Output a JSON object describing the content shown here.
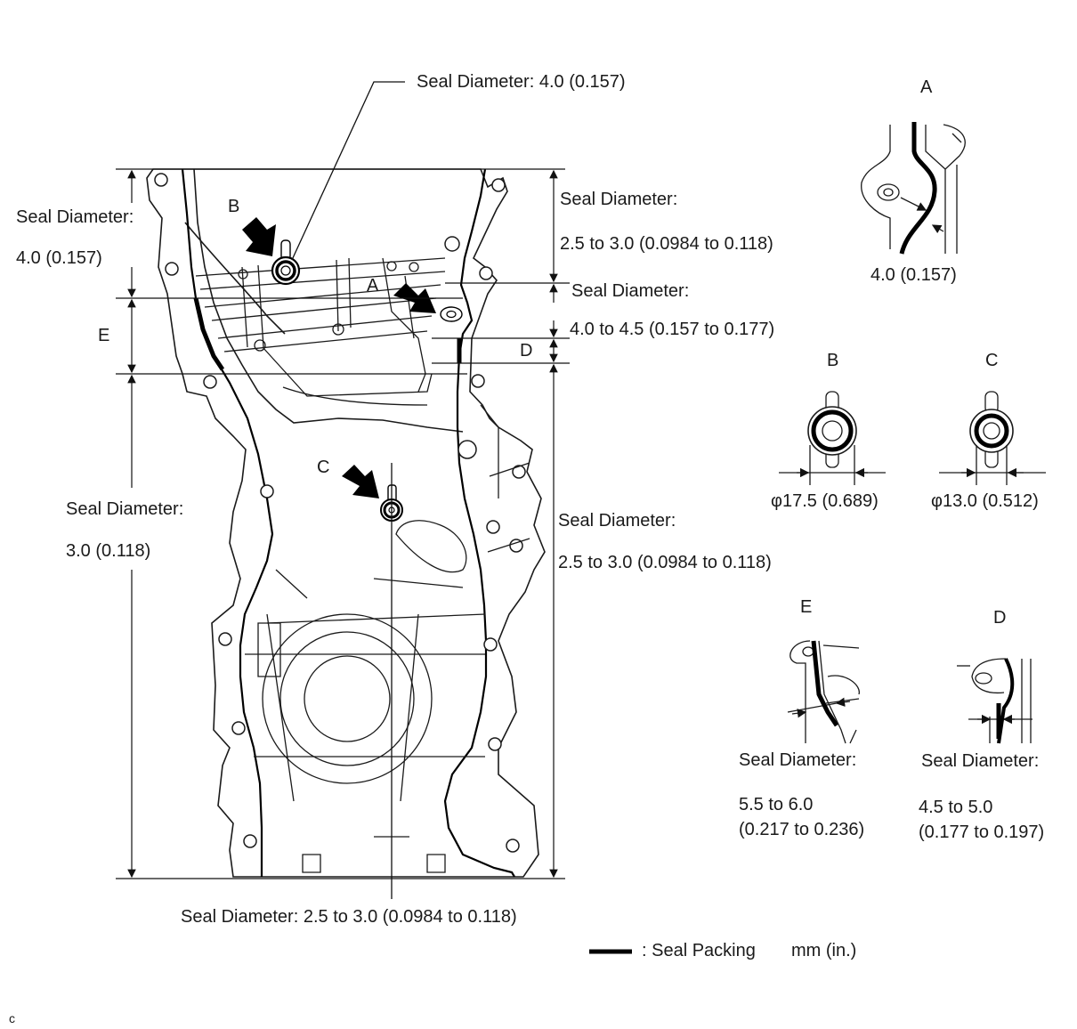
{
  "main": {
    "top_note": "Seal Diameter: 4.0 (0.157)",
    "left_top": {
      "title": "Seal Diameter:",
      "value": "4.0 (0.157)"
    },
    "left_bottom": {
      "title": "Seal Diameter:",
      "value": "3.0 (0.118)"
    },
    "right_top": {
      "title": "Seal Diameter:",
      "value": "2.5 to 3.0 (0.0984 to 0.118)"
    },
    "right_mid": {
      "title": "Seal Diameter:",
      "value": "4.0 to 4.5 (0.157 to 0.177)"
    },
    "right_low": {
      "title": "Seal Diameter:",
      "value": "2.5 to 3.0 (0.0984 to 0.118)"
    },
    "bottom_note": "Seal Diameter: 2.5 to 3.0 (0.0984 to 0.118)",
    "callouts": {
      "a": "A",
      "b": "B",
      "c": "C",
      "d": "D",
      "e": "E"
    }
  },
  "details": {
    "a": {
      "label": "A",
      "value": "4.0 (0.157)"
    },
    "b": {
      "label": "B",
      "value": "φ17.5 (0.689)"
    },
    "c": {
      "label": "C",
      "value": "φ13.0 (0.512)"
    },
    "e": {
      "label": "E",
      "title": "Seal Diameter:",
      "line1": "5.5 to 6.0",
      "line2": "(0.217 to 0.236)"
    },
    "d": {
      "label": "D",
      "title": "Seal Diameter:",
      "line1": "4.5 to 5.0",
      "line2": "(0.177 to 0.197)"
    }
  },
  "legend": {
    "text": ": Seal Packing",
    "units": "mm (in.)"
  },
  "corner_mark": "c"
}
